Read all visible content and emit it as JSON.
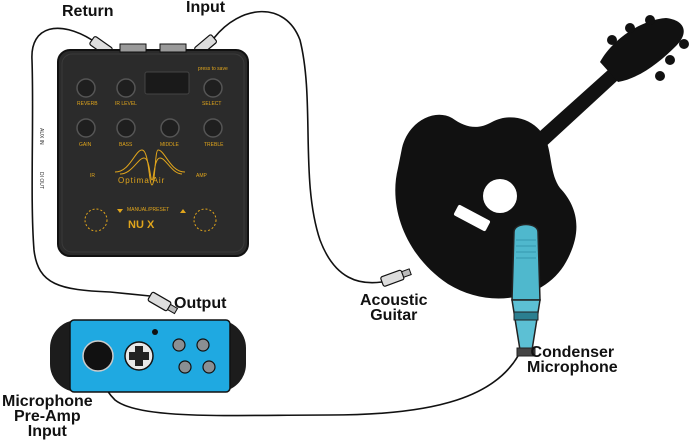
{
  "labels": {
    "return": "Return",
    "input": "Input",
    "output": "Output",
    "acoustic_guitar": [
      "Acoustic",
      "Guitar"
    ],
    "condenser_microphone": [
      "Condenser",
      "Microphone"
    ],
    "preamp_input": [
      "Microphone",
      "Pre-Amp",
      "Input"
    ]
  },
  "pedal": {
    "brand": "NU X",
    "model": "Optima Air",
    "save_hint": "press to save",
    "knobs_top": [
      "REVERB",
      "IR LEVEL",
      "SELECT"
    ],
    "knobs_mid": [
      "GAIN",
      "BASS",
      "MIDDLE",
      "TREBLE"
    ],
    "side_left": [
      "IR",
      "AMP"
    ],
    "footer": "MANUAL/PRESET",
    "side_jacks": [
      "AUX IN",
      "DI OUT"
    ]
  },
  "colors": {
    "pedal_body": "#2b2b2b",
    "pedal_accent": "#e0a51c",
    "preamp_blue": "#1fa9e1",
    "mic_blue": "#4fb8cd",
    "guitar": "#111111"
  }
}
